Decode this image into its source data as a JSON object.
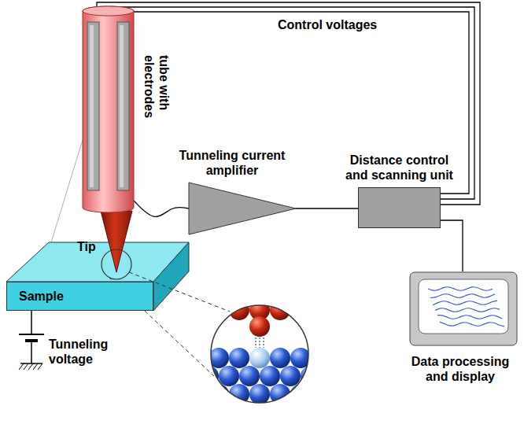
{
  "diagram": {
    "nodes": [
      {
        "text": [
          "tube with electrodes"
        ]
      },
      {
        "text": [
          "Sample"
        ]
      },
      {
        "text": [
          "Tunneling current amplifier"
        ]
      },
      {
        "text": [
          "Distance control and scanning unit"
        ]
      },
      {
        "text": [
          "Data processing and display"
        ]
      }
    ],
    "edges": [
      {
        "from": 0,
        "to": 2,
        "arrow": "none"
      },
      {
        "from": 2,
        "to": 3,
        "arrow": "none"
      },
      {
        "from": 3,
        "to": 0,
        "label": "Control voltages",
        "arrow": "none"
      },
      {
        "from": 3,
        "to": 4,
        "arrow": "none"
      }
    ],
    "labels": [
      "Tip",
      "Tunneling voltage"
    ]
  }
}
